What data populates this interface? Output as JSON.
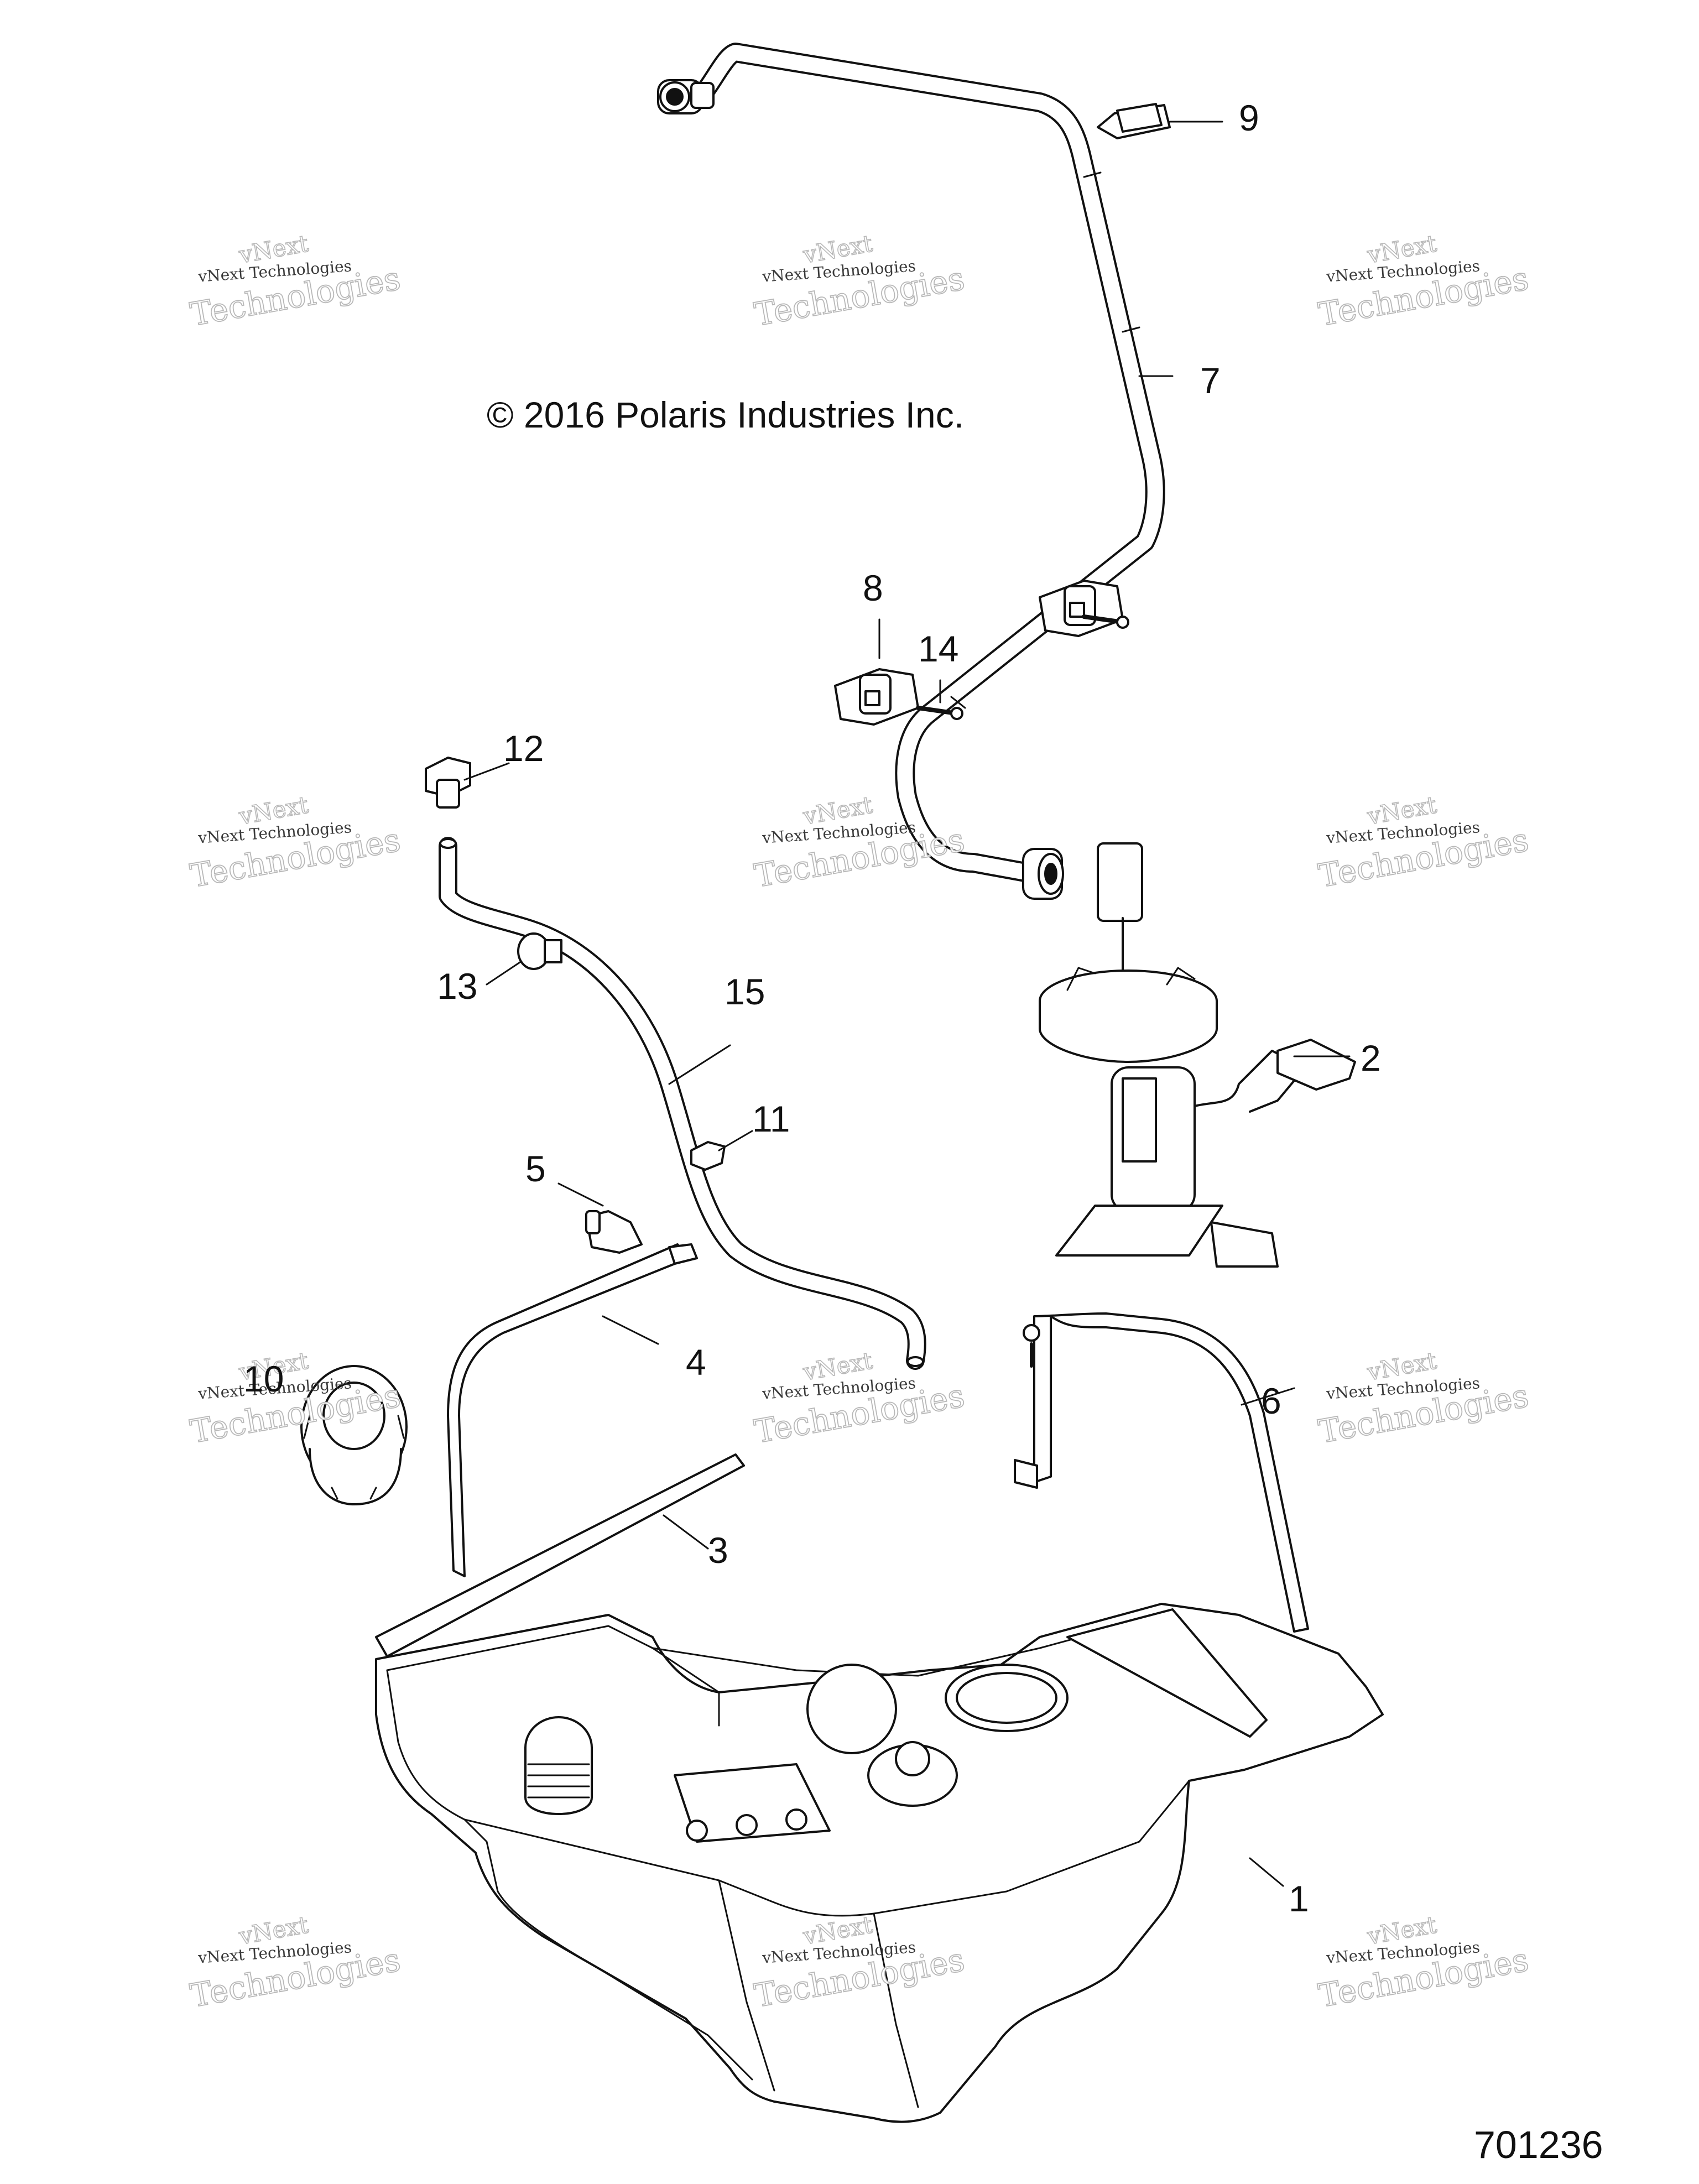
{
  "diagram": {
    "copyright": "© 2016 Polaris Industries Inc.",
    "drawing_number": "701236",
    "watermark": {
      "line1": "vNext",
      "line2": "vNext Technologies",
      "line3": "Technologies"
    },
    "callouts": [
      "1",
      "2",
      "3",
      "4",
      "5",
      "6",
      "7",
      "8",
      "9",
      "10",
      "11",
      "12",
      "13",
      "14",
      "15"
    ]
  }
}
